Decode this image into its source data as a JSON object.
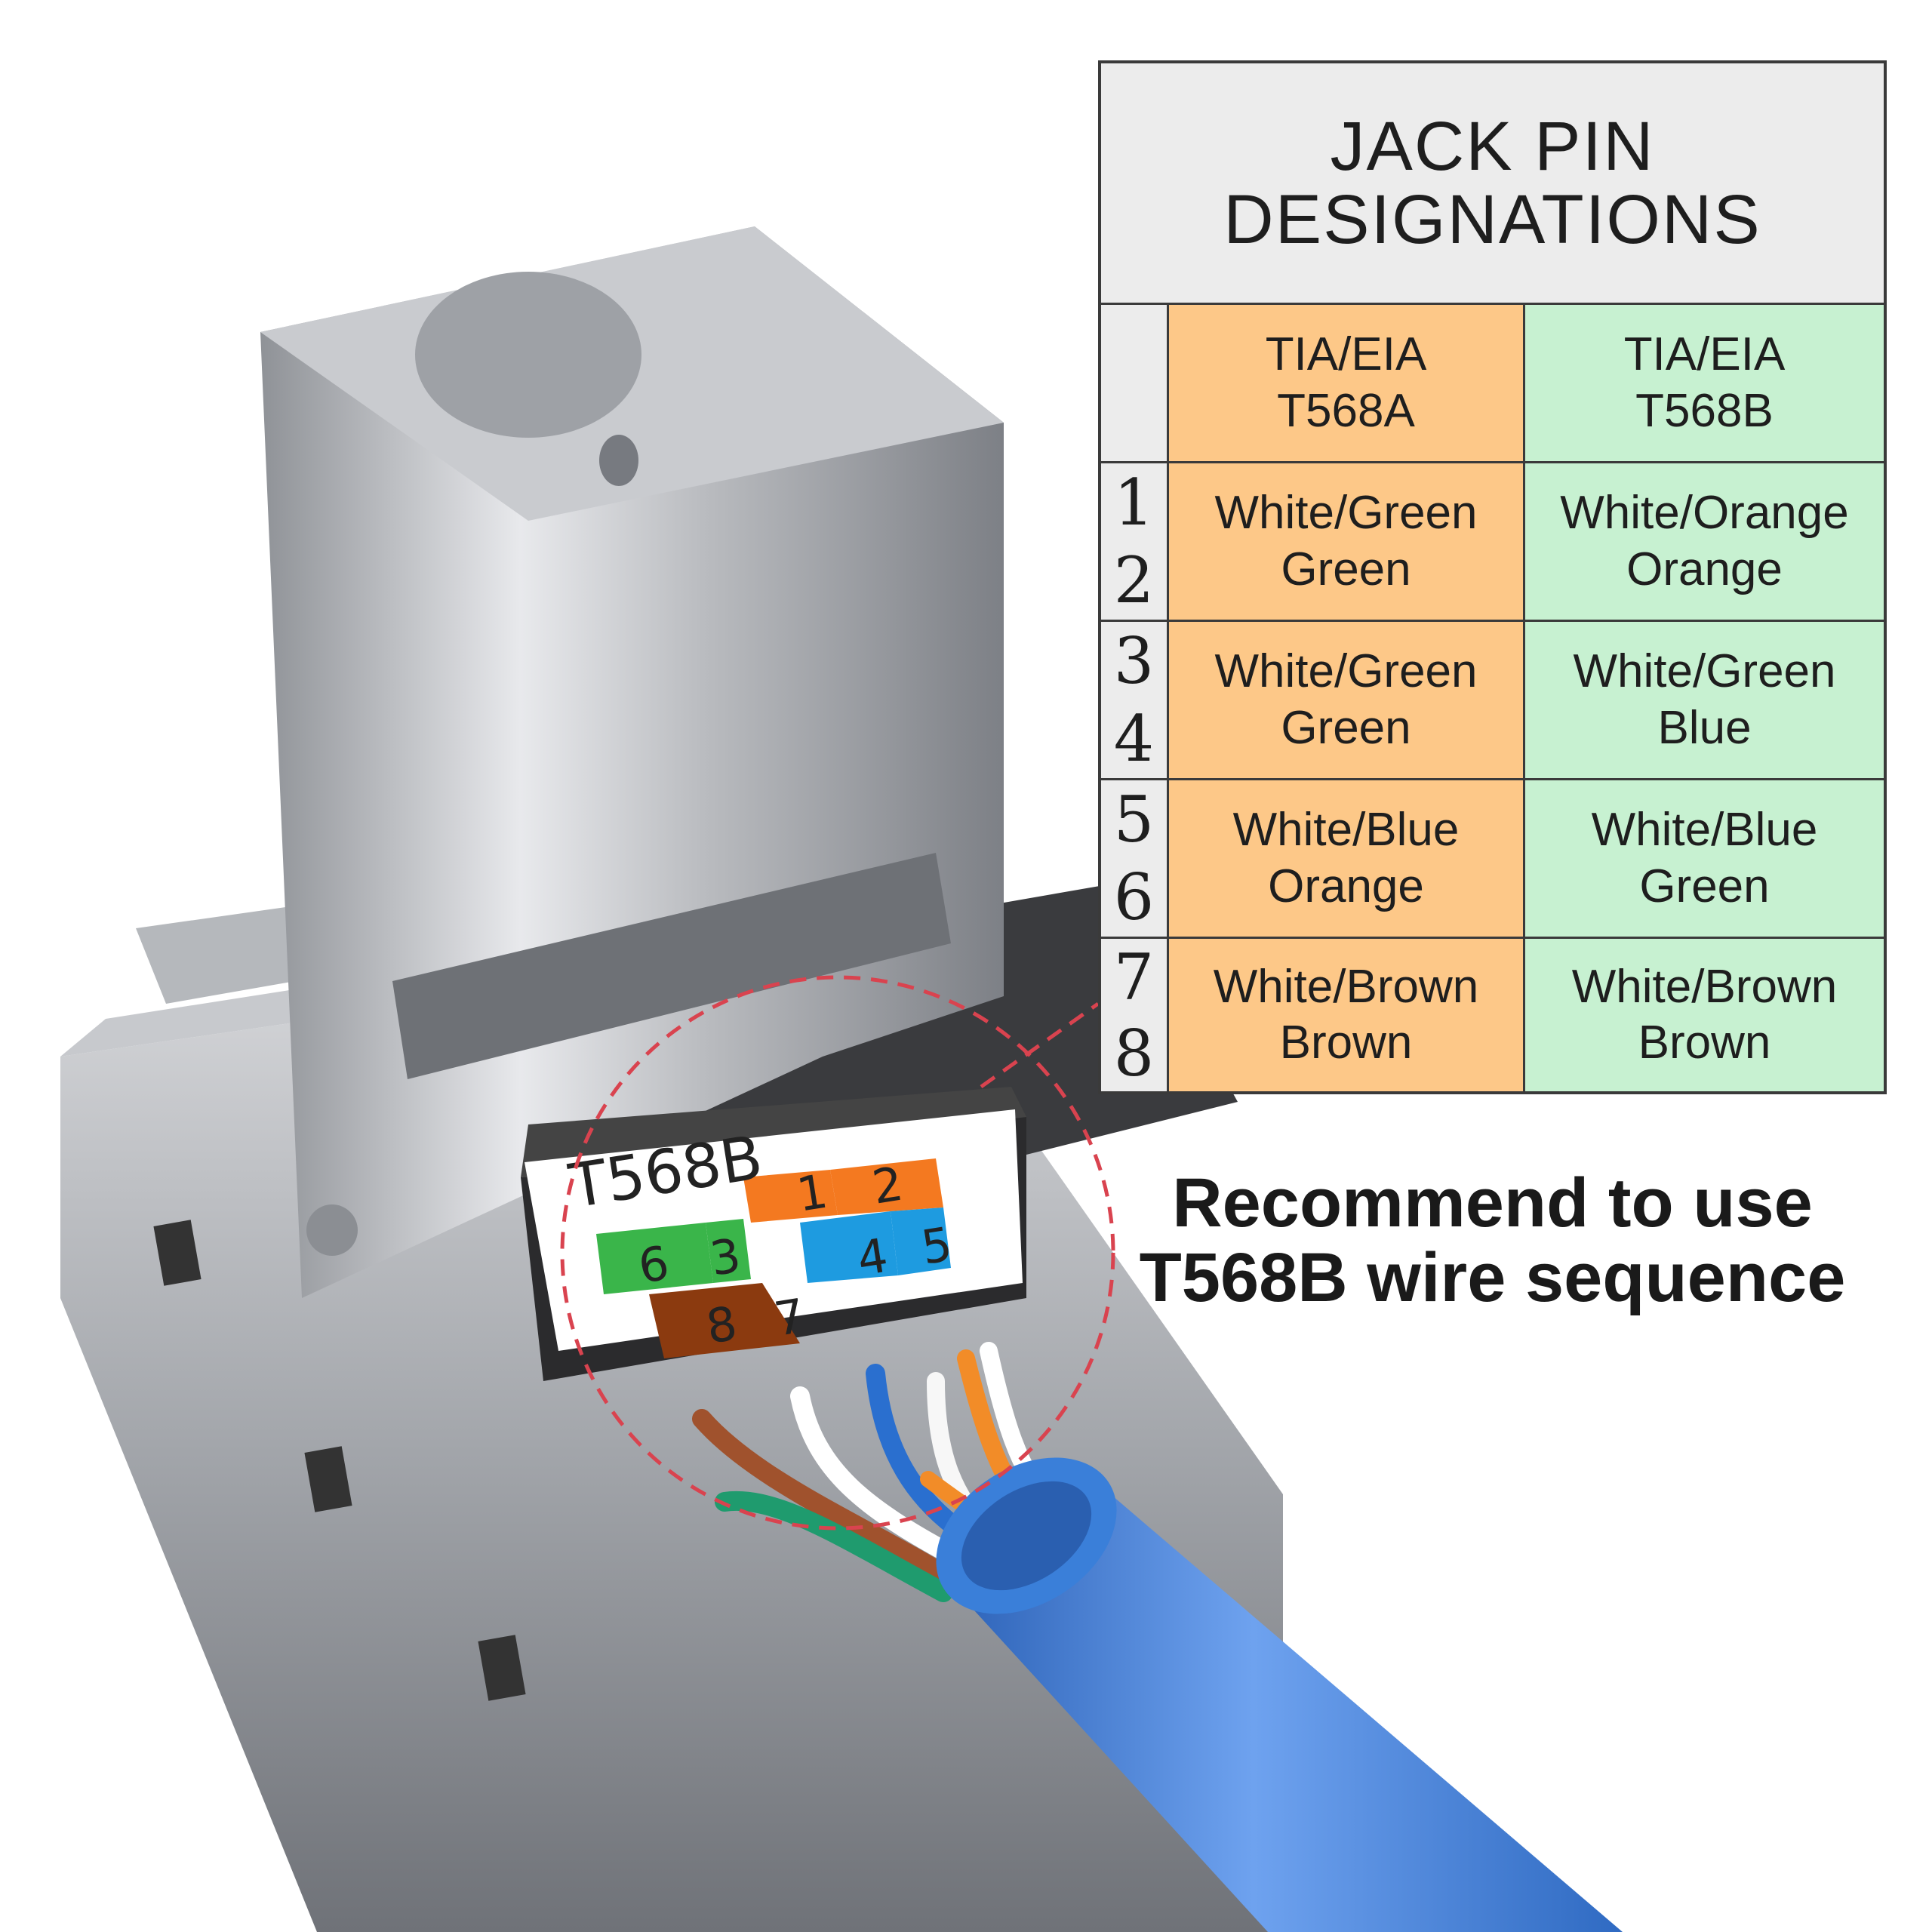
{
  "table": {
    "title_line1": "JACK PIN",
    "title_line2": "DESIGNATIONS",
    "col_a": {
      "line1": "TIA/EIA",
      "line2": "T568A"
    },
    "col_b": {
      "line1": "TIA/EIA",
      "line2": "T568B"
    },
    "rows": [
      {
        "pins": [
          "1",
          "2"
        ],
        "a": [
          "White/Green",
          "Green"
        ],
        "b": [
          "White/Orange",
          "Orange"
        ]
      },
      {
        "pins": [
          "3",
          "4"
        ],
        "a": [
          "White/Green",
          "Green"
        ],
        "b": [
          "White/Green",
          "Blue"
        ]
      },
      {
        "pins": [
          "5",
          "6"
        ],
        "a": [
          "White/Blue",
          "Orange"
        ],
        "b": [
          "White/Blue",
          "Green"
        ]
      },
      {
        "pins": [
          "7",
          "8"
        ],
        "a": [
          "White/Brown",
          "Brown"
        ],
        "b": [
          "White/Brown",
          "Brown"
        ]
      }
    ]
  },
  "note": {
    "line1": "Recommend to use",
    "line2": "T568B wire sequence"
  },
  "jack_label": {
    "title": "T568B",
    "pins": [
      "1",
      "2",
      "3",
      "4",
      "5",
      "6",
      "7",
      "8"
    ]
  },
  "colors": {
    "t568a_column": "#fdc888",
    "t568b_column": "#c7f1d1",
    "cable": "#3a7fd9",
    "callout_dash": "#d9434f"
  }
}
